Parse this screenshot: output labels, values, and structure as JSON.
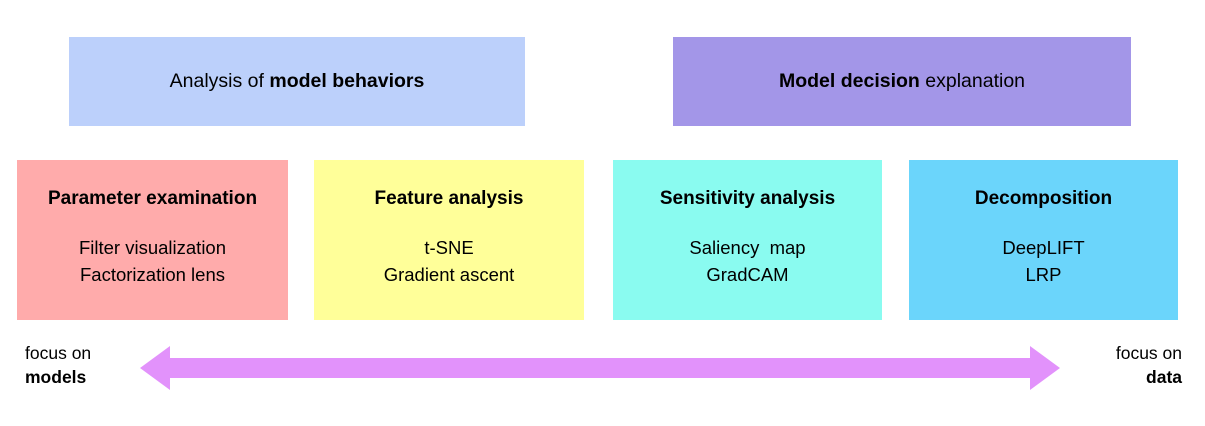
{
  "diagram": {
    "title_rows": [
      {
        "id": "analysis-of-model-behaviors",
        "prefix": "Analysis of ",
        "bold": "model behaviors",
        "suffix": "",
        "color": "#bcd0fb"
      },
      {
        "id": "model-decision-explanation",
        "prefix": "",
        "bold": "Model decision",
        "suffix": " explanation",
        "color": "#a396e8"
      }
    ],
    "method_cards": [
      {
        "id": "parameter-examination",
        "title": "Parameter examination",
        "items": [
          "Filter visualization",
          "Factorization lens"
        ],
        "color": "#ffabab"
      },
      {
        "id": "feature-analysis",
        "title": "Feature analysis",
        "items": [
          "t-SNE",
          "Gradient ascent"
        ],
        "color": "#ffff99"
      },
      {
        "id": "sensitivity-analysis",
        "title": "Sensitivity analysis",
        "items": [
          "Saliency  map",
          "GradCAM"
        ],
        "color": "#8afbf0"
      },
      {
        "id": "decomposition",
        "title": "Decomposition",
        "items": [
          "DeepLIFT",
          "LRP"
        ],
        "color": "#6bd5fb"
      }
    ],
    "axis": {
      "arrow_color": "#e292fb",
      "left": {
        "line1": "focus on",
        "line2": "models"
      },
      "right": {
        "line1": "focus on",
        "line2": "data"
      }
    }
  }
}
